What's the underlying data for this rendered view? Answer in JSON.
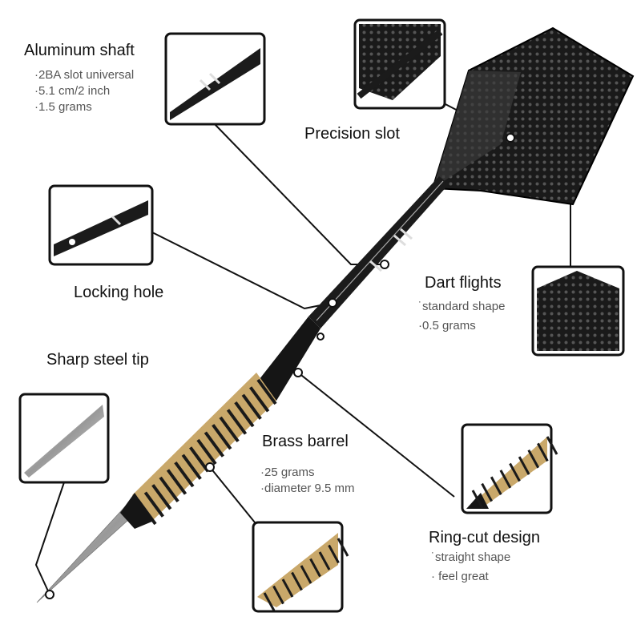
{
  "callouts": {
    "aluminum_shaft": {
      "title": "Aluminum shaft",
      "details": [
        "·2BA slot universal",
        "·5.1 cm/2 inch",
        "·1.5 grams"
      ]
    },
    "precision_slot": {
      "title": "Precision slot"
    },
    "locking_hole": {
      "title": "Locking hole"
    },
    "sharp_steel_tip": {
      "title": "Sharp steel tip"
    },
    "dart_flights": {
      "title": "Dart flights",
      "details": [
        "˙standard shape",
        "·0.5 grams"
      ]
    },
    "brass_barrel": {
      "title": "Brass barrel",
      "details": [
        "·25 grams",
        "·diameter 9.5 mm"
      ]
    },
    "ring_cut_design": {
      "title": "Ring-cut design",
      "details": [
        "˙straight shape",
        "· feel great"
      ]
    }
  },
  "colors": {
    "brass": "#c9a86a",
    "black": "#111111",
    "steel": "#b8b8b8"
  }
}
